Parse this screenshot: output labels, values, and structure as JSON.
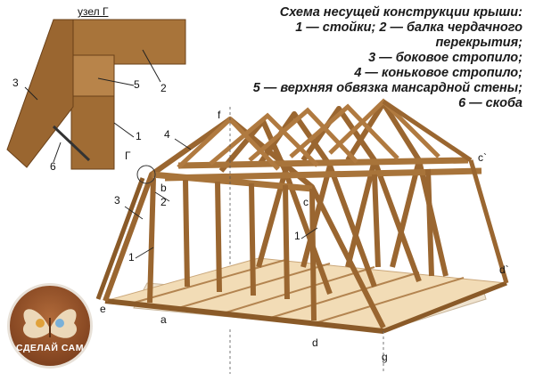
{
  "scheme": {
    "heading": "Схема несущей конструкции крыши:",
    "legend_lines": [
      "1 — стойки; 2 — балка чердачного перекрытия;",
      "3 — боковое стропило;",
      "4 — коньковое стропило;",
      "5 — верхняя обвязка мансардной стены;",
      "6 — скоба"
    ]
  },
  "detail": {
    "title": "узел Г",
    "labels": {
      "n3": "3",
      "n5": "5",
      "n2": "2",
      "n1": "1",
      "n6": "6"
    }
  },
  "main_labels": {
    "f": "f",
    "n4": "4",
    "G": "Г",
    "b": "b",
    "n2": "2",
    "n3": "3",
    "n1a": "1",
    "c": "c",
    "n1b": "1",
    "c_prime": "c`",
    "d_prime": "d`",
    "e": "e",
    "a": "a",
    "d": "d",
    "g": "g"
  },
  "logo": {
    "text": "СДЕЛАЙ САМ"
  },
  "colors": {
    "wood_face": "#a8743a",
    "wood_dark": "#7a4e22",
    "wood_light": "#c99a5e",
    "floor": "#f0d7b0",
    "foundation": "#e9d8bf"
  }
}
